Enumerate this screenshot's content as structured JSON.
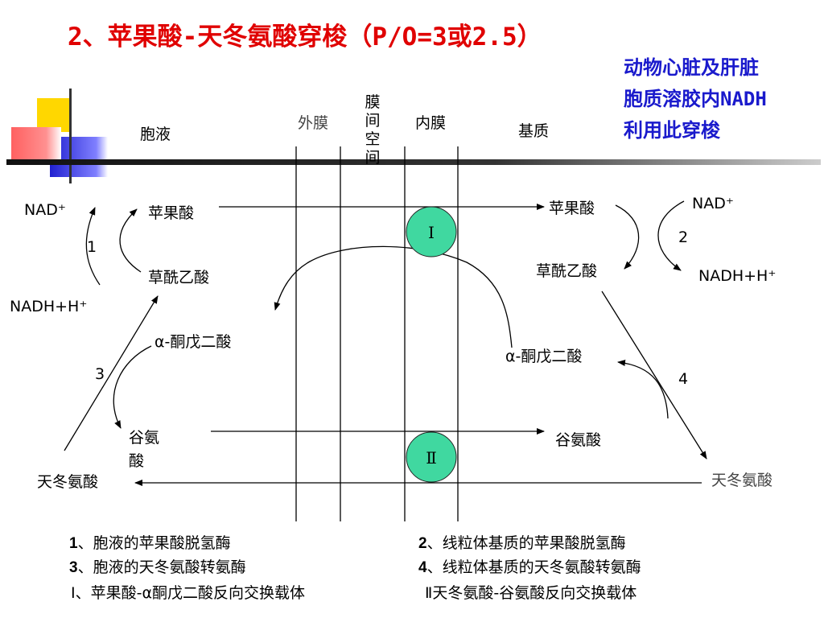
{
  "title": "2、苹果酸-天冬氨酸穿梭（P/O=3或2.5）",
  "note": [
    "动物心脏及肝脏",
    "胞质溶胶内NADH",
    "利用此穿梭"
  ],
  "regions": {
    "cytosol": "胞液",
    "outer_membrane": "外膜",
    "intermembrane_space": "膜间空间",
    "inner_membrane": "内膜",
    "matrix": "基质"
  },
  "cytosol_labels": {
    "nad_plus": "NAD⁺",
    "malate": "苹果酸",
    "step1": "1",
    "oxaloacetate": "草酰乙酸",
    "nadh": "NADH+H⁺",
    "alpha_kg": "α-酮戊二酸",
    "step3": "3",
    "glutamate": "谷氨酸",
    "aspartate": "天冬氨酸"
  },
  "matrix_labels": {
    "malate": "苹果酸",
    "nad_plus": "NAD⁺",
    "step2": "2",
    "oxaloacetate": "草酰乙酸",
    "nadh": "NADH+H⁺",
    "alpha_kg": "α-酮戊二酸",
    "step4": "4",
    "glutamate": "谷氨酸",
    "aspartate": "天冬氨酸"
  },
  "carriers": {
    "c1": "Ⅰ",
    "c2": "Ⅱ"
  },
  "legend": {
    "l1_num": "1",
    "l1_text": "、胞液的苹果酸脱氢酶",
    "l2_num": "2",
    "l2_text": "、线粒体基质的苹果酸脱氢酶",
    "l3_num": "3",
    "l3_text": "、胞液的天冬氨酸转氨酶",
    "l4_num": "4",
    "l4_text": "、线粒体基质的天冬氨酸转氨酶",
    "l5": "Ⅰ、苹果酸-α酮戊二酸反向交换载体",
    "l6": "Ⅱ天冬氨酸-谷氨酸反向交换载体"
  },
  "colors": {
    "title": "#e00000",
    "note": "#1a1acc",
    "carrier_fill": "#40d8a0",
    "deco_yellow": "#ffd700",
    "deco_blue": "#1a1acc",
    "deco_red": "#ff4040"
  }
}
